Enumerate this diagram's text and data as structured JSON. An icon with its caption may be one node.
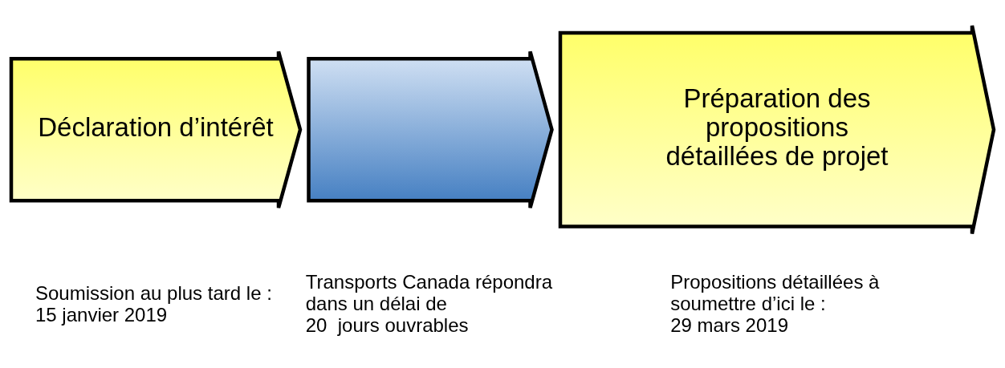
{
  "diagram": {
    "nodes": [
      {
        "text": [
          "Déclaration d’intérêt"
        ],
        "beside": [
          "Soumission au plus tard le :",
          "15 janvier 2019"
        ]
      },
      {
        "text": [],
        "shape": "arrow",
        "beside": [
          "Transports Canada répondra dans un délai de",
          "20  jours ouvrables"
        ]
      },
      {
        "text": [
          "Préparation des propositions détaillées de projet"
        ],
        "beside": [
          "Propositions détaillées à soumettre d’ici le :",
          "29 mars 2019"
        ]
      }
    ]
  }
}
